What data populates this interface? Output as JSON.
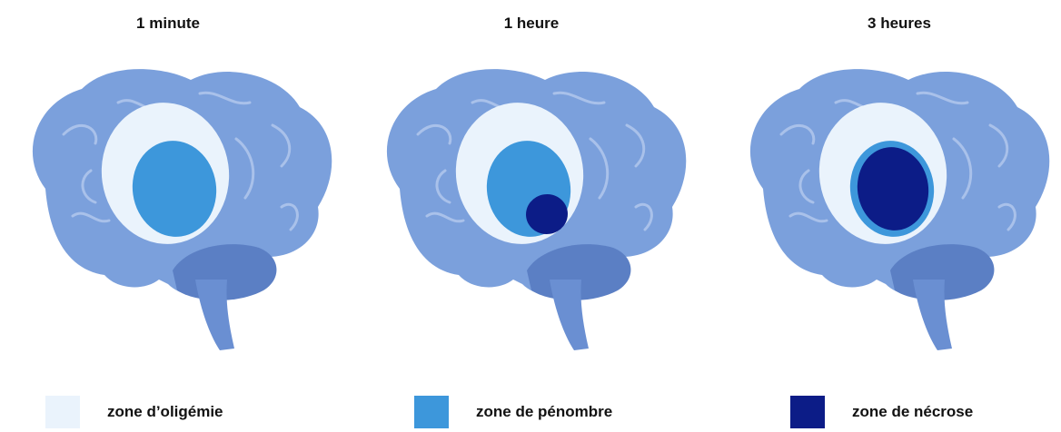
{
  "panels": [
    {
      "title": "1 minute",
      "stage": "oligemia-penumbra"
    },
    {
      "title": "1 heure",
      "stage": "small-necrosis"
    },
    {
      "title": "3 heures",
      "stage": "large-necrosis"
    }
  ],
  "legend": [
    {
      "label": "zone d’oligémie",
      "color": "#eaf3fc"
    },
    {
      "label": "zone de pénombre",
      "color": "#3d97db"
    },
    {
      "label": "zone de nécrose",
      "color": "#0c1c87"
    }
  ],
  "colors": {
    "brain_fill": "#7ba0dc",
    "brain_dark": "#5b7fc4",
    "brain_light": "#a9c1ea",
    "oligemia": "#eaf3fc",
    "penumbra": "#3d97db",
    "necrosis": "#0c1c87"
  }
}
